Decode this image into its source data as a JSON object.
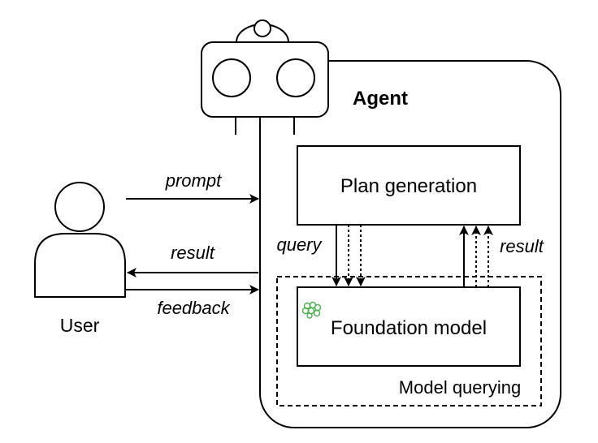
{
  "agent": {
    "title": "Agent"
  },
  "user": {
    "label": "User"
  },
  "plan": {
    "label": "Plan generation"
  },
  "foundation": {
    "label": "Foundation model"
  },
  "querying": {
    "label": "Model querying"
  },
  "arrows": {
    "prompt": "prompt",
    "result_to_user": "result",
    "feedback": "feedback",
    "query": "query",
    "result_to_plan": "result"
  },
  "icons": {
    "robot": "robot-icon",
    "user": "user-icon",
    "brain": "brain-icon"
  },
  "colors": {
    "stroke": "#000000",
    "brain": "#4caf50"
  }
}
